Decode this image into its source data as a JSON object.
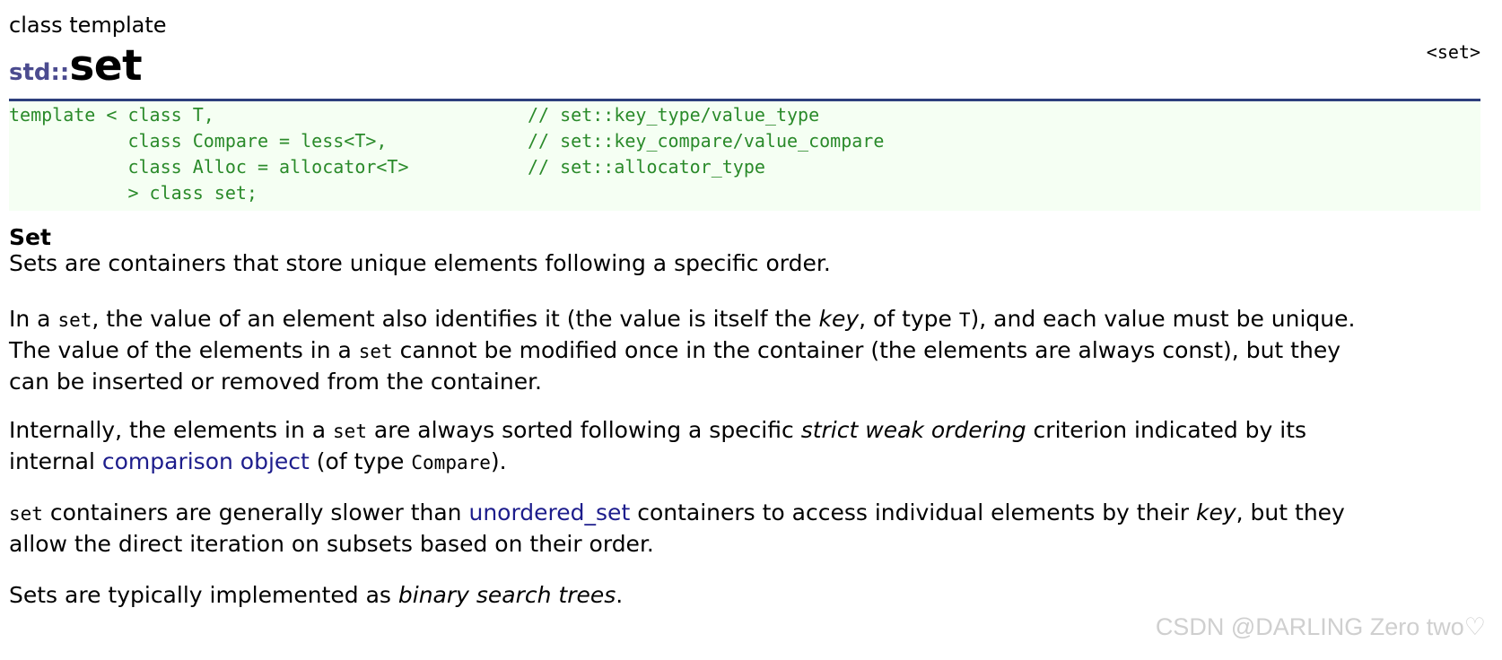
{
  "header": {
    "kind": "class template",
    "namespace": "std::",
    "name": "set",
    "header_ref": "<set>"
  },
  "code": {
    "lines": [
      "template < class T,",
      "           class Compare = less<T>,",
      "           class Alloc = allocator<T>",
      "           > class set;"
    ],
    "comments": [
      "// set::key_type/value_type",
      "// set::key_compare/value_compare",
      "// set::allocator_type"
    ]
  },
  "section_title": "Set",
  "paragraphs": {
    "p1": "Sets are containers that store unique elements following a specific order.",
    "p2": {
      "t1": "In a ",
      "c1": "set",
      "t2": ", the value of an element also identifies it (the value is itself the ",
      "em1": "key",
      "t3": ", of type ",
      "c2": "T",
      "t4": "), and each value must be unique.",
      "t5": "The value of the elements in a ",
      "c3": "set",
      "t6": " cannot be modified once in the container (the elements are always const), but they",
      "t7": "can be inserted or removed from the container."
    },
    "p3": {
      "t1": "Internally, the elements in a ",
      "c1": "set",
      "t2": " are always sorted following a specific ",
      "em1": "strict weak ordering",
      "t3": " criterion indicated by its",
      "t4": "internal ",
      "link1": "comparison object",
      "t5": " (of type ",
      "c2": "Compare",
      "t6": ")."
    },
    "p4": {
      "c1": "set",
      "t1": " containers are generally slower than ",
      "link1": "unordered_set",
      "t2": " containers to access individual elements by their ",
      "em1": "key",
      "t3": ", but they",
      "t4": "allow the direct iteration on subsets based on their order."
    },
    "p5": {
      "t1": "Sets are typically implemented as ",
      "em1": "binary search trees",
      "t2": "."
    }
  },
  "watermark": "CSDN @DARLING Zero two♡"
}
